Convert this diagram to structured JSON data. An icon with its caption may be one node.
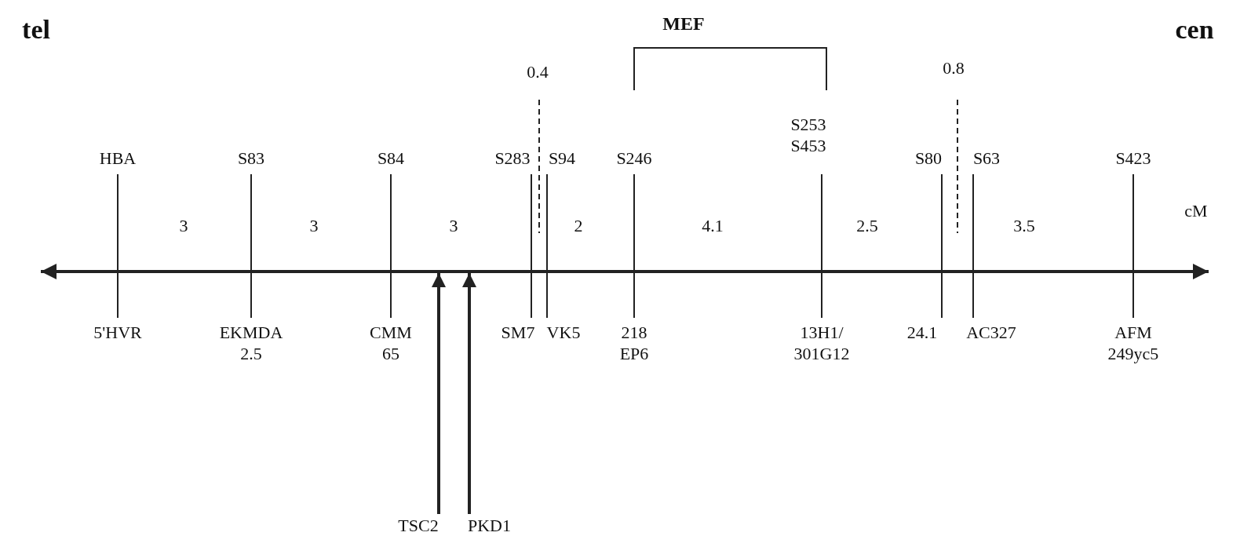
{
  "diagram": {
    "nodes": [
      {
        "text": [
          "TSC2"
        ]
      },
      {
        "text": [
          "PKD1"
        ]
      }
    ],
    "edges": [
      {
        "from": 0,
        "to": null,
        "arrow": "to"
      },
      {
        "from": 1,
        "to": null,
        "arrow": "to"
      }
    ],
    "labels": [
      "tel",
      "MEF",
      "cen",
      "0.4",
      "0.8",
      "S253 S453",
      "HBA",
      "S83",
      "S84",
      "S283",
      "S94",
      "S246",
      "S80",
      "S63",
      "S423",
      "cM",
      "3",
      "3",
      "3",
      "2",
      "4.1",
      "2.5",
      "3.5",
      "5'HVR",
      "EKMDA 2.5",
      "CMM 65",
      "SM7",
      "VK5",
      "218 EP6",
      "13H1/ 301G12",
      "24.1",
      "AC327",
      "AFM 249yc5"
    ]
  }
}
